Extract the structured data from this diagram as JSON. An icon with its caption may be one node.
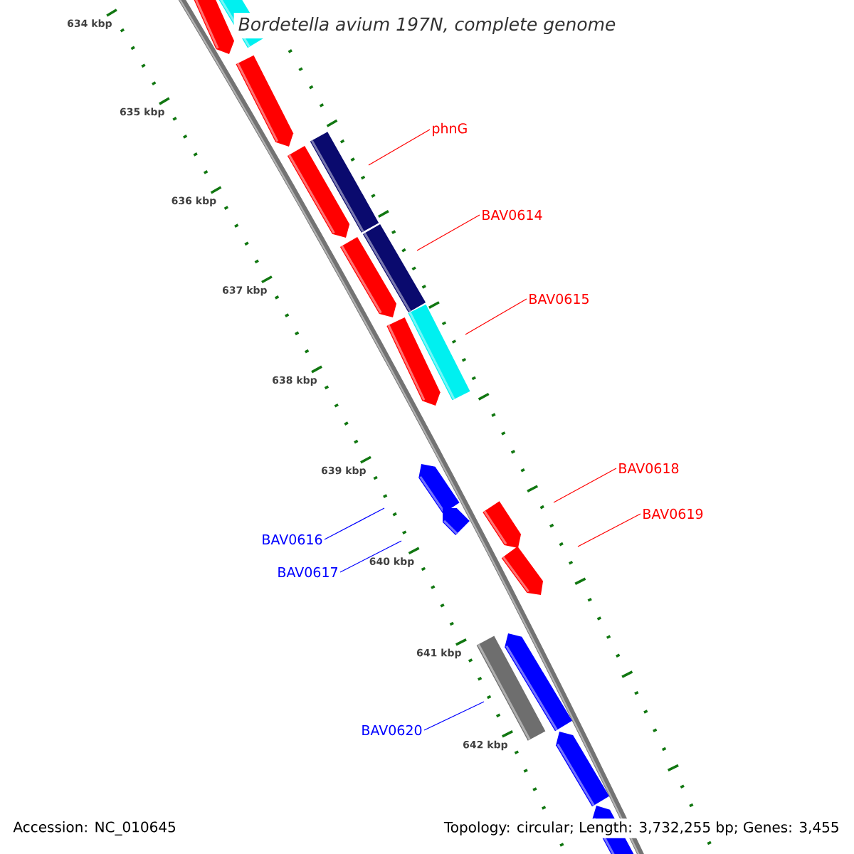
{
  "diagram": {
    "title": "Bordetella avium 197N, complete genome",
    "nodes": [
      {
        "text": [
          "phnG"
        ]
      },
      {
        "text": [
          "BAV0614"
        ]
      },
      {
        "text": [
          "BAV0615"
        ]
      },
      {
        "text": [
          "BAV0618"
        ]
      },
      {
        "text": [
          "BAV0619"
        ]
      },
      {
        "text": [
          "BAV0616"
        ]
      },
      {
        "text": [
          "BAV0617"
        ]
      },
      {
        "text": [
          "BAV0620"
        ]
      }
    ],
    "edges": [
      {
        "from": 0,
        "to": null,
        "arrow": "none"
      },
      {
        "from": 1,
        "to": null,
        "arrow": "none"
      },
      {
        "from": 2,
        "to": null,
        "arrow": "none"
      },
      {
        "from": 3,
        "to": null,
        "arrow": "none"
      },
      {
        "from": 4,
        "to": null,
        "arrow": "none"
      },
      {
        "from": 5,
        "to": null,
        "arrow": "none",
        "color": "#0000ff"
      },
      {
        "from": 6,
        "to": null,
        "arrow": "none",
        "color": "#0000ff"
      },
      {
        "from": 7,
        "to": null,
        "arrow": "none",
        "color": "#0000ff"
      }
    ],
    "labels": [
      "634 kbp",
      "635 kbp",
      "636 kbp",
      "637 kbp",
      "638 kbp",
      "639 kbp",
      "640 kbp",
      "641 kbp",
      "642 kbp",
      "Accession: NC_010645",
      "Topology: circular; Length: 3,732,255 bp; Genes: 3,455"
    ]
  }
}
